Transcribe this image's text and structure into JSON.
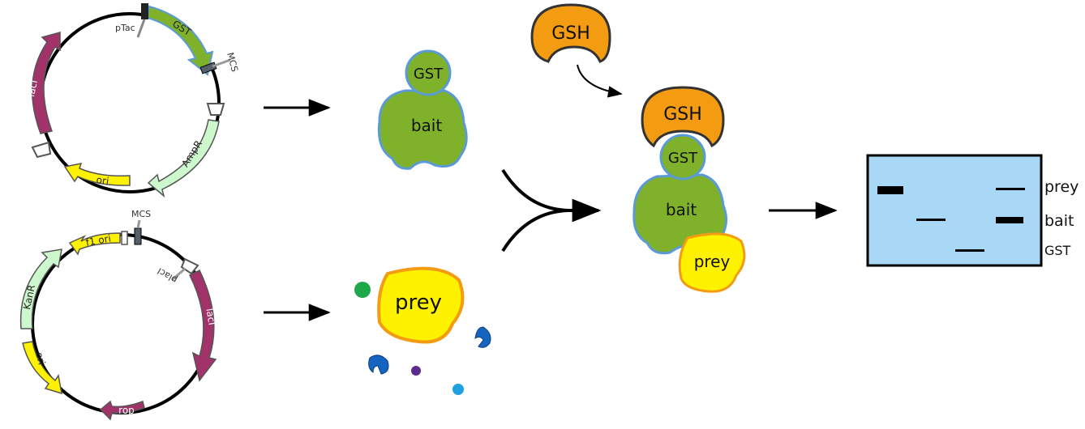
{
  "colors": {
    "gst": "#7fb22a",
    "gst_stroke": "#5b9bd5",
    "lacI": "#a2336a",
    "ori": "#fff200",
    "resistance": "#cdf7cc",
    "prey": "#fff200",
    "prey_stroke": "#f39c12",
    "gsh": "#f39c12",
    "gel": "#a8d8f5",
    "molecule_green": "#1fa84a",
    "molecule_blue": "#1565c0",
    "molecule_purple": "#5b2c8a",
    "molecule_cyan": "#1fa0e0"
  },
  "plasmid1": {
    "promoter": "pTac",
    "gst": "GST",
    "mcs": "MCS",
    "lacI": "lacI",
    "ampR": "AmpR",
    "ori": "ori"
  },
  "plasmid2": {
    "mcs": "MCS",
    "f1ori": "f1 ori",
    "plac": "placI",
    "kanR": "KanR",
    "lacI": "lacI",
    "ori": "ori",
    "rop": "rop"
  },
  "fusion": {
    "gst": "GST",
    "bait": "bait"
  },
  "prey_label": "prey",
  "gsh_label": "GSH",
  "complex": {
    "gsh": "GSH",
    "gst": "GST",
    "bait": "bait",
    "prey": "prey"
  },
  "gel": {
    "labels": [
      "prey",
      "bait",
      "GST"
    ]
  }
}
